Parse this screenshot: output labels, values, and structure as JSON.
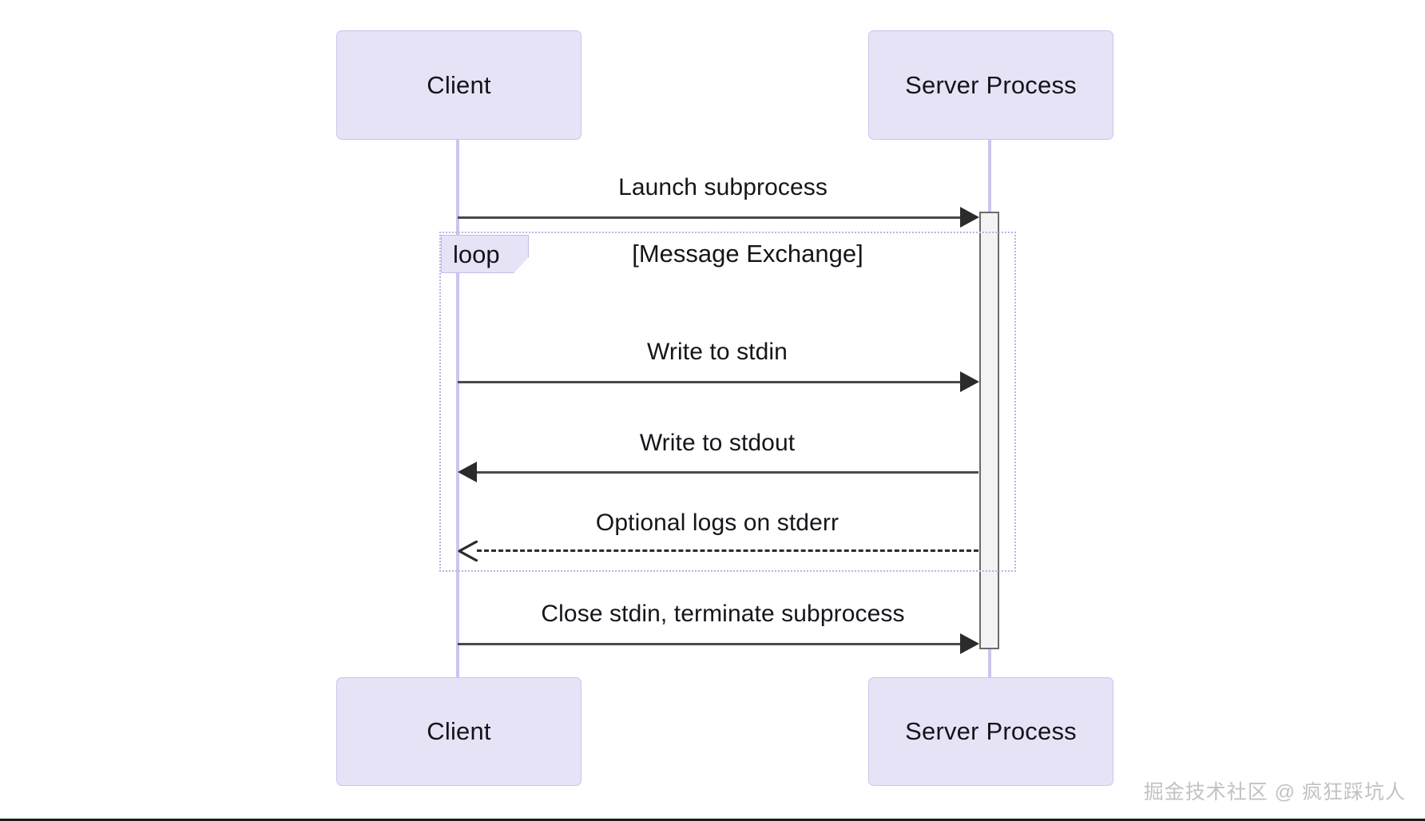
{
  "diagram": {
    "type": "sequence-diagram",
    "background_color": "#ffffff",
    "actor_fill": "#e6e3f7",
    "actor_border": "#c9c4ee",
    "lifeline_color": "#cbc6ef",
    "arrow_color": "#2b2b2b",
    "fragment_border": "#b9b3e6",
    "activation_fill": "#f3f3f3"
  },
  "participants": [
    {
      "id": "client",
      "label": "Client"
    },
    {
      "id": "server",
      "label": "Server Process"
    }
  ],
  "participants_bottom": [
    {
      "id": "client",
      "label": "Client"
    },
    {
      "id": "server",
      "label": "Server Process"
    }
  ],
  "fragment": {
    "kind": "loop",
    "tab_label": "loop",
    "title": "[Message Exchange]"
  },
  "messages": [
    {
      "index": 0,
      "label": "Launch subprocess",
      "from": "client",
      "to": "server",
      "direction": "right",
      "style": "solid",
      "arrowhead": "filled"
    },
    {
      "index": 1,
      "label": "Write to stdin",
      "from": "client",
      "to": "server",
      "direction": "right",
      "style": "solid",
      "arrowhead": "filled"
    },
    {
      "index": 2,
      "label": "Write to stdout",
      "from": "server",
      "to": "client",
      "direction": "left",
      "style": "solid",
      "arrowhead": "filled"
    },
    {
      "index": 3,
      "label": "Optional logs on stderr",
      "from": "server",
      "to": "client",
      "direction": "left",
      "style": "dashed",
      "arrowhead": "open"
    },
    {
      "index": 4,
      "label": "Close stdin, terminate subprocess",
      "from": "client",
      "to": "server",
      "direction": "right",
      "style": "solid",
      "arrowhead": "filled"
    }
  ],
  "watermark": {
    "text": "掘金技术社区 @ 疯狂踩坑人"
  }
}
